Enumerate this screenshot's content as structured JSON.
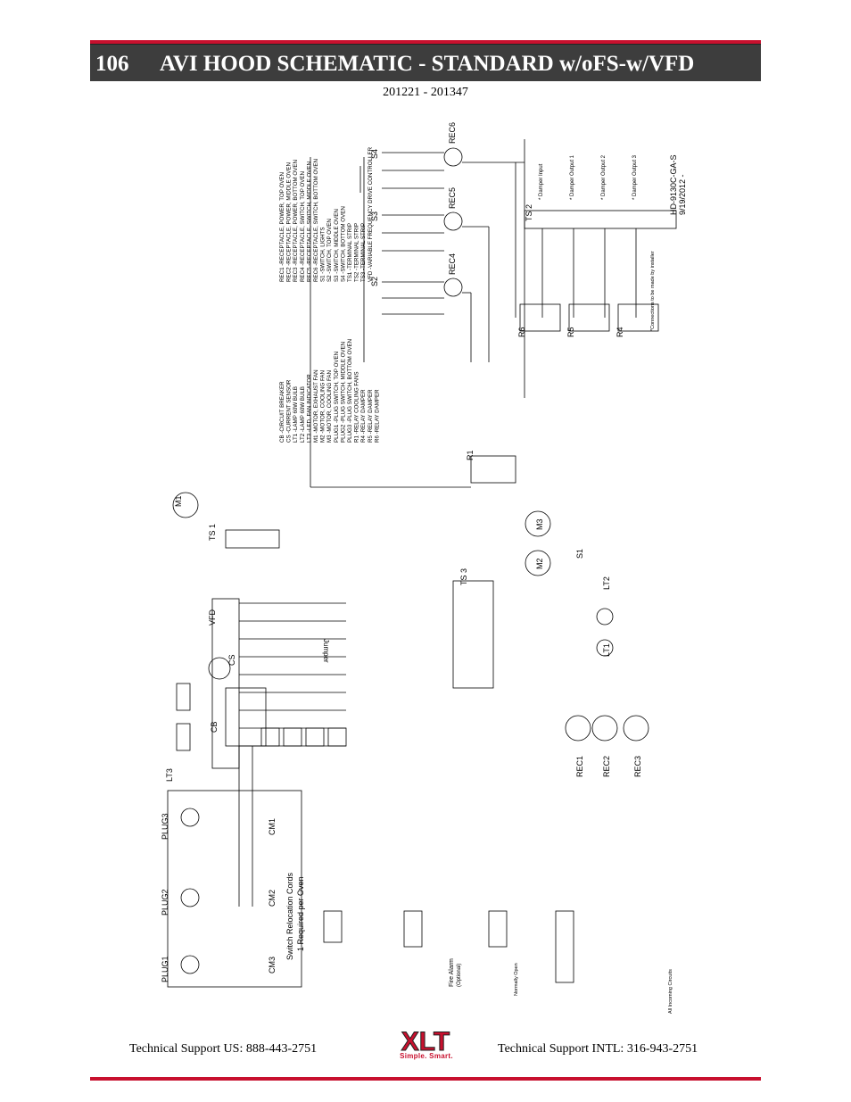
{
  "header": {
    "section_number": "106",
    "title": "AVI HOOD SCHEMATIC - STANDARD w/oFS-w/VFD",
    "serial_range": "201221 - 201347"
  },
  "schematic": {
    "legend_components": [
      "CB -CIRCUIT BREAKER",
      "CS -CURRENT SENSOR",
      "LT1 -LAMP 60W BULB",
      "LT2 -LAMP 60W BULB",
      "LT3 -LED, FAN INDICATOR",
      "M1 -MOTOR, EXHAUST FAN",
      "M2 -MOTOR, COOLING FAN",
      "M3 -MOTOR, COOLING FAN",
      "PLUG1 -PLUG SWITCH, TOP OVEN",
      "PLUG2 -PLUG SWITCH, MIDDLE OVEN",
      "PLUG3 -PLUG SWITCH, BOTTOM OVEN",
      "R1 -RELAY COOLING FANS",
      "R4 -RELAY DAMPER",
      "R5 -RELAY DAMPER",
      "R6 -RELAY DAMPER"
    ],
    "legend_receptacles": [
      "REC1 -RECEPTACLE, POWER, TOP OVEN",
      "REC2 -RECEPTACLE, POWER, MIDDLE OVEN",
      "REC3 -RECEPTACLE, POWER, BOTTOM OVEN",
      "REC4 -RECEPTACLE, SWITCH, TOP OVEN",
      "REC5 -RECEPTACLE, SWITCH, MIDDLE OVEN",
      "REC6 -RECEPTACLE, SWITCH, BOTTOM OVEN",
      "S1 -SWITCH, LIGHTS",
      "S2 -SWITCH, TOP OVEN",
      "S3 -SWITCH, MIDDLE OVEN",
      "S4 -SWITCH, BOTTOM OVEN",
      "TS1 -TERMINAL STRIP",
      "TS2 -TERMINAL STRIP",
      "TS3 -TERMINAL STRIP",
      "VFD -VARIABLE FREQUENCY DRIVE CONTROLLER"
    ],
    "drawing_number": "HD-9130C-GA-S",
    "drawing_date": "9/19/2012 -",
    "note": "*Connections to be made by installer",
    "labels": {
      "m1": "M1",
      "m2": "M2",
      "m3": "M3",
      "r1": "R1",
      "r4": "R4",
      "r5": "R5",
      "r6": "R6",
      "ts1": "TS 1",
      "ts2": "TS 2",
      "ts3": "TS 3",
      "vfd": "VFD",
      "cb": "CB",
      "cs": "CS",
      "lt1": "LT1",
      "lt2": "LT2",
      "lt3": "LT3",
      "s1": "S1",
      "s2": "S2",
      "s3": "S3",
      "s4": "S4",
      "rec1": "REC1",
      "rec2": "REC2",
      "rec3": "REC3",
      "rec4": "REC4",
      "rec5": "REC5",
      "rec6": "REC6",
      "plug1": "PLUG1",
      "plug2": "PLUG2",
      "plug3": "PLUG3",
      "cm1": "CM1",
      "cm2": "CM2",
      "cm3": "CM3",
      "jumper": "Jumper",
      "relocation": "Switch Relocation Cords",
      "relocation2": "1 Required per Oven",
      "fire_alarm": "Fire Alarm",
      "optional": "(Optional)",
      "normally_open": "Normally Open",
      "incoming": "All Incoming Circuits",
      "damper_input": "* Damper Input",
      "damper_out1": "* Damper Output 1",
      "damper_out2": "* Damper Output 2",
      "damper_out3": "* Damper Output 3"
    }
  },
  "footer": {
    "support_us": "Technical Support  US:  888-443-2751",
    "support_intl": "Technical Support  INTL:  316-943-2751",
    "logo_text": "XLT",
    "logo_tagline": "Simple. Smart."
  }
}
